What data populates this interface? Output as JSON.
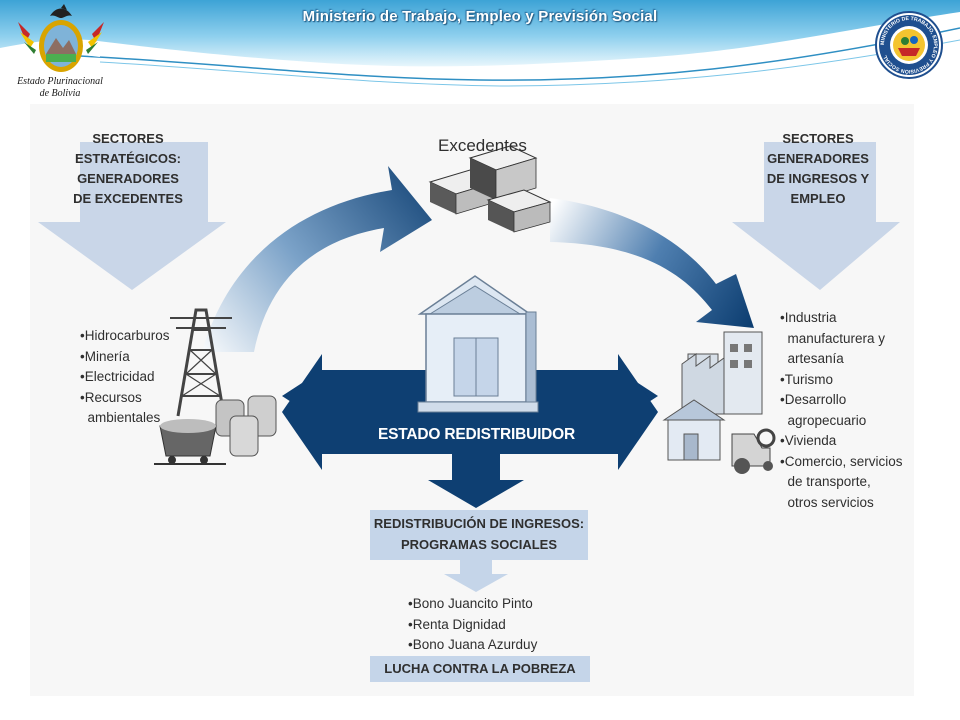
{
  "header": {
    "title": "Ministerio de Trabajo, Empleo y Previsión Social",
    "coat_of_arms_caption": [
      "Estado Plurinacional",
      "de Bolivia"
    ],
    "ministry_seal_text": "MINISTERIO DE TRABAJO, EMPLEO Y PREVISIÓN SOCIAL"
  },
  "diagram": {
    "left_heading": [
      "SECTORES",
      "ESTRATÉGICOS:",
      "GENERADORES",
      "DE EXCEDENTES"
    ],
    "left_items": [
      "•Hidrocarburos",
      "•Minería",
      "•Electricidad",
      "•Recursos",
      "  ambientales"
    ],
    "top_label": "Excedentes",
    "right_heading": [
      "SECTORES",
      "GENERADORES",
      "DE INGRESOS Y",
      "EMPLEO"
    ],
    "right_items": [
      "•Industria",
      "  manufacturera y",
      "  artesanía",
      "•Turismo",
      "•Desarrollo",
      "  agropecuario",
      "•Vivienda",
      "•Comercio, servicios",
      "  de transporte,",
      "  otros servicios"
    ],
    "center_label": "ESTADO REDISTRIBUIDOR",
    "redistribution_box": [
      "REDISTRIBUCIÓN DE INGRESOS:",
      "PROGRAMAS SOCIALES"
    ],
    "programs": [
      "•Bono Juancito Pinto",
      "•Renta Dignidad",
      "•Bono Juana Azurduy"
    ],
    "bottom_box": "LUCHA CONTRA LA POBREZA"
  },
  "colors": {
    "arrow_dark": "#0e3f72",
    "arrow_light_stop": "#ffffff",
    "pale_arrow": "#c9d6e8",
    "box_fill": "#c5d5e9",
    "text": "#2f2f2f",
    "header_wave": "#3aa1d5"
  }
}
